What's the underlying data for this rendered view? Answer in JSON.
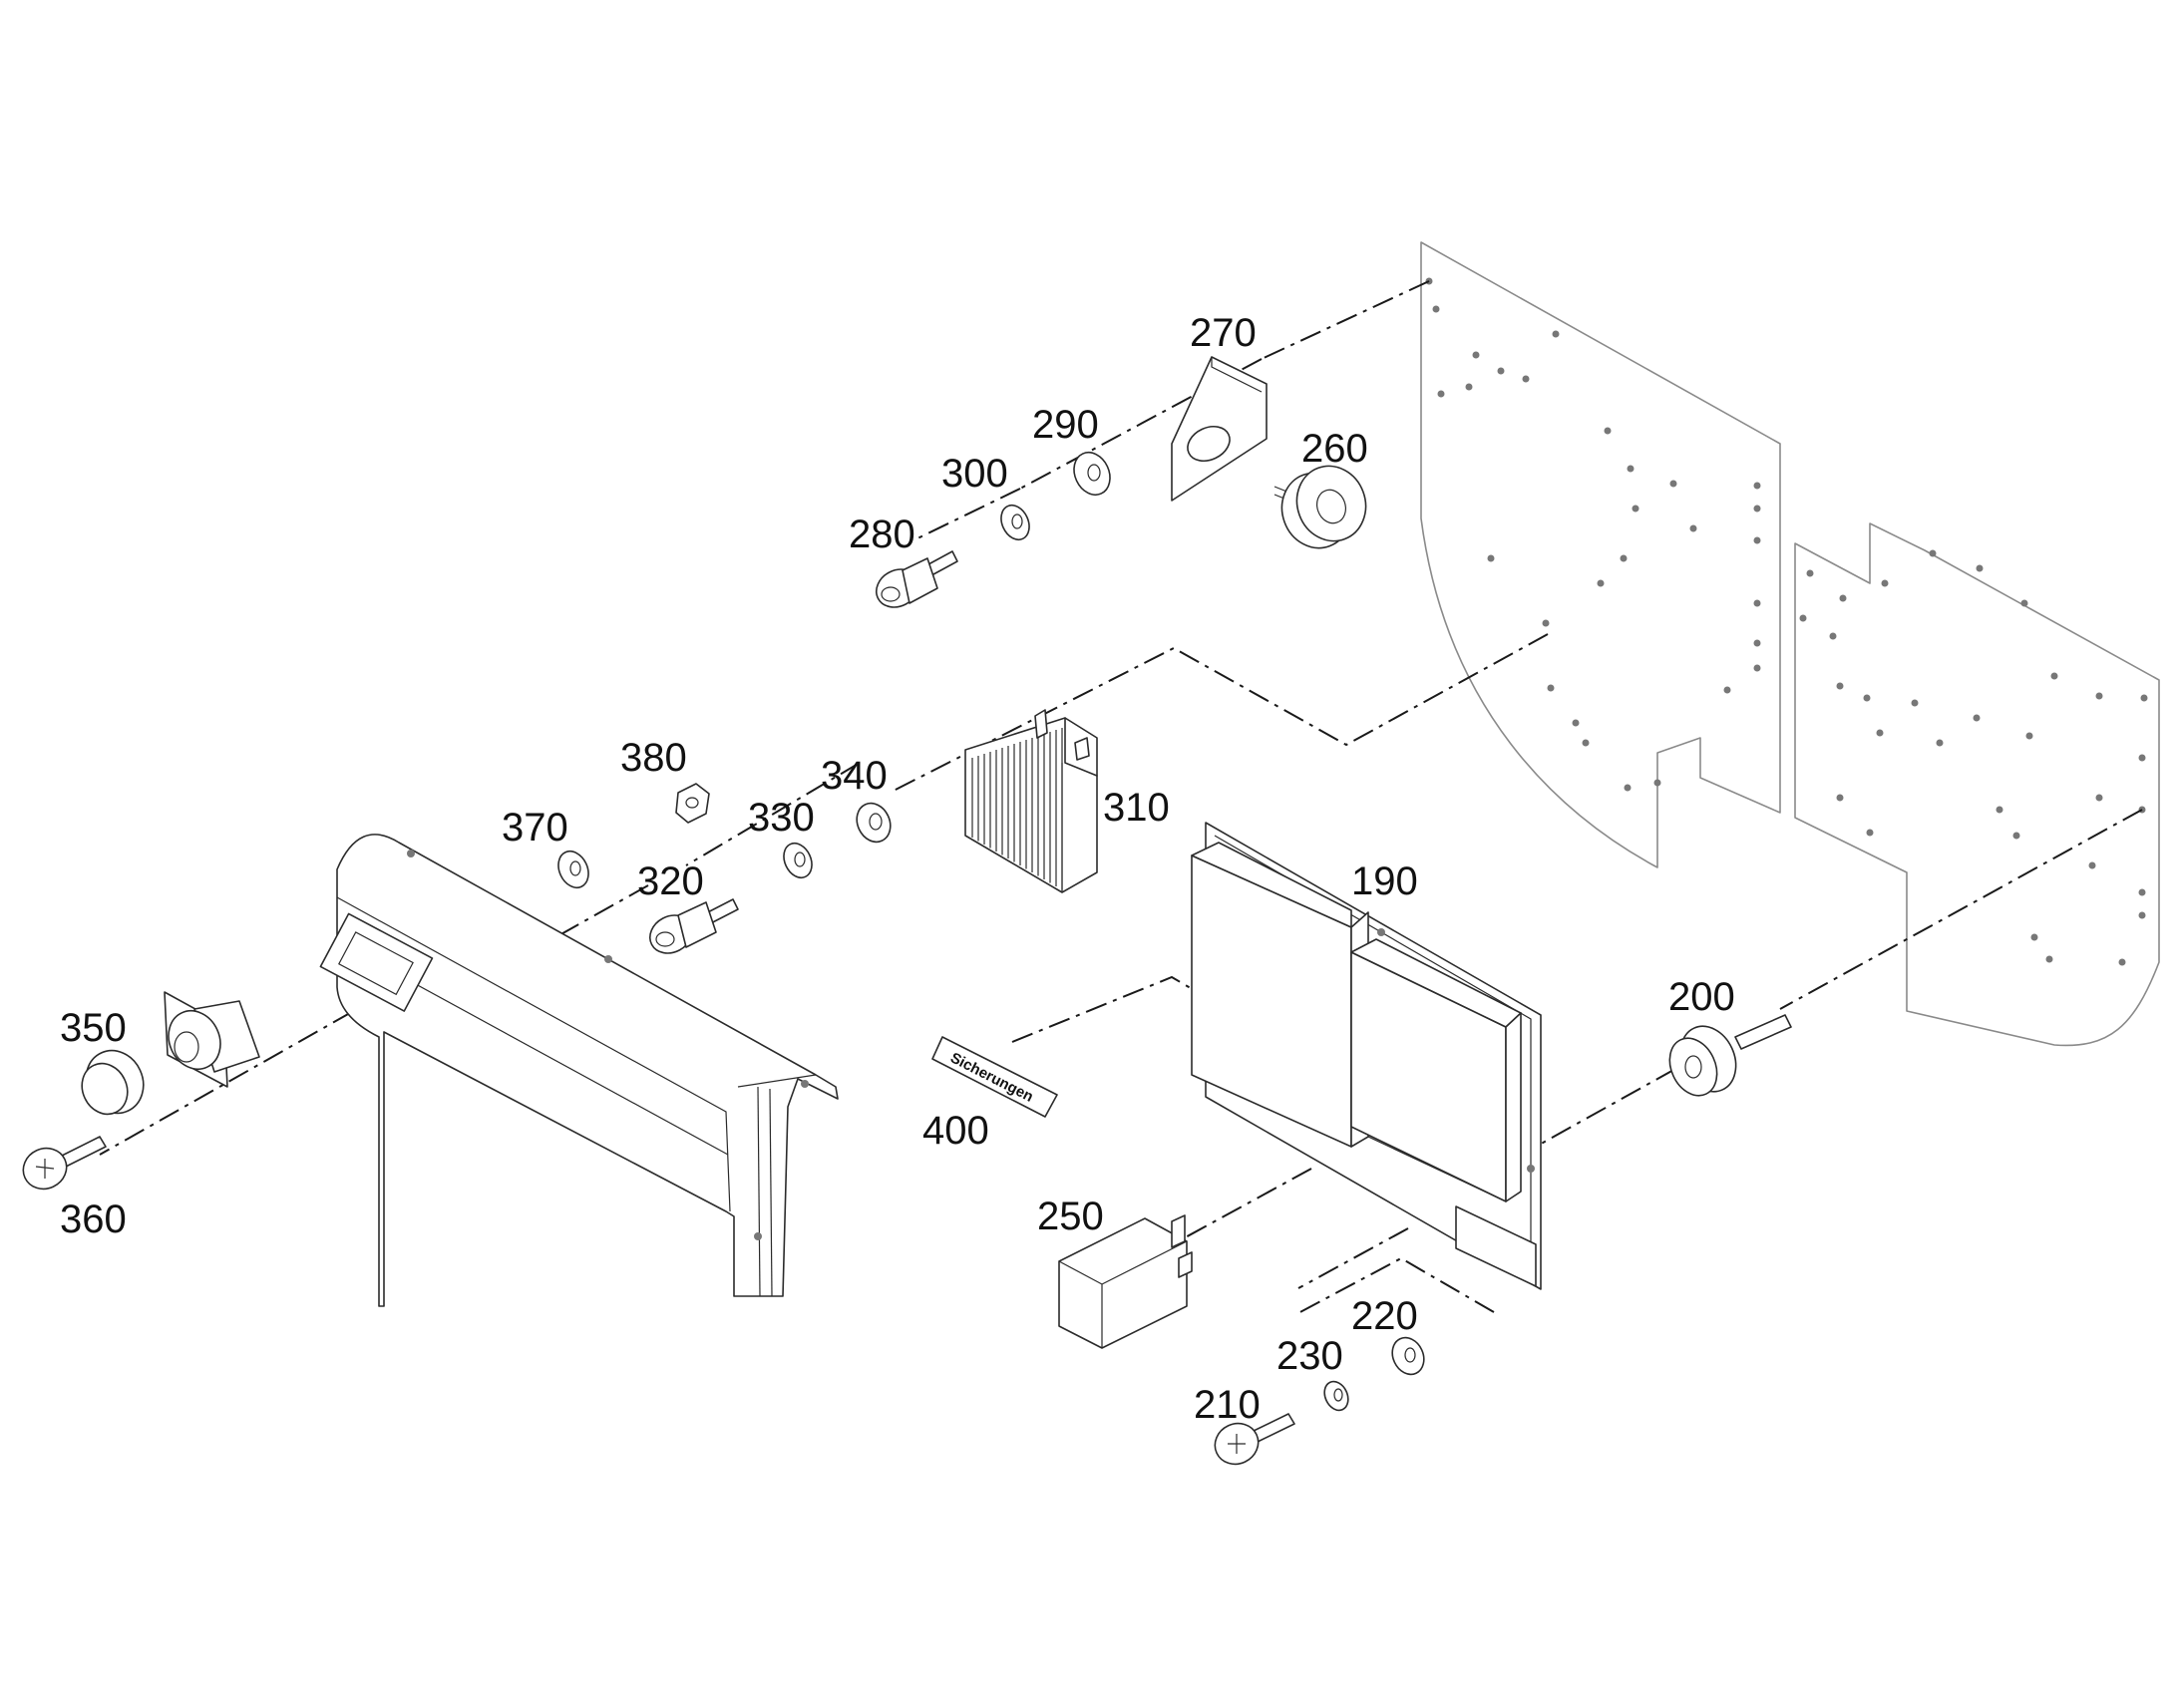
{
  "callouts": {
    "c190": "190",
    "c200": "200",
    "c210": "210",
    "c220": "220",
    "c230": "230",
    "c250": "250",
    "c260": "260",
    "c270": "270",
    "c280": "280",
    "c290": "290",
    "c300": "300",
    "c310": "310",
    "c320": "320",
    "c330": "330",
    "c340": "340",
    "c350": "350",
    "c360": "360",
    "c370": "370",
    "c380": "380",
    "c400": "400"
  },
  "fuse_label": {
    "text": "Sicherungen"
  }
}
